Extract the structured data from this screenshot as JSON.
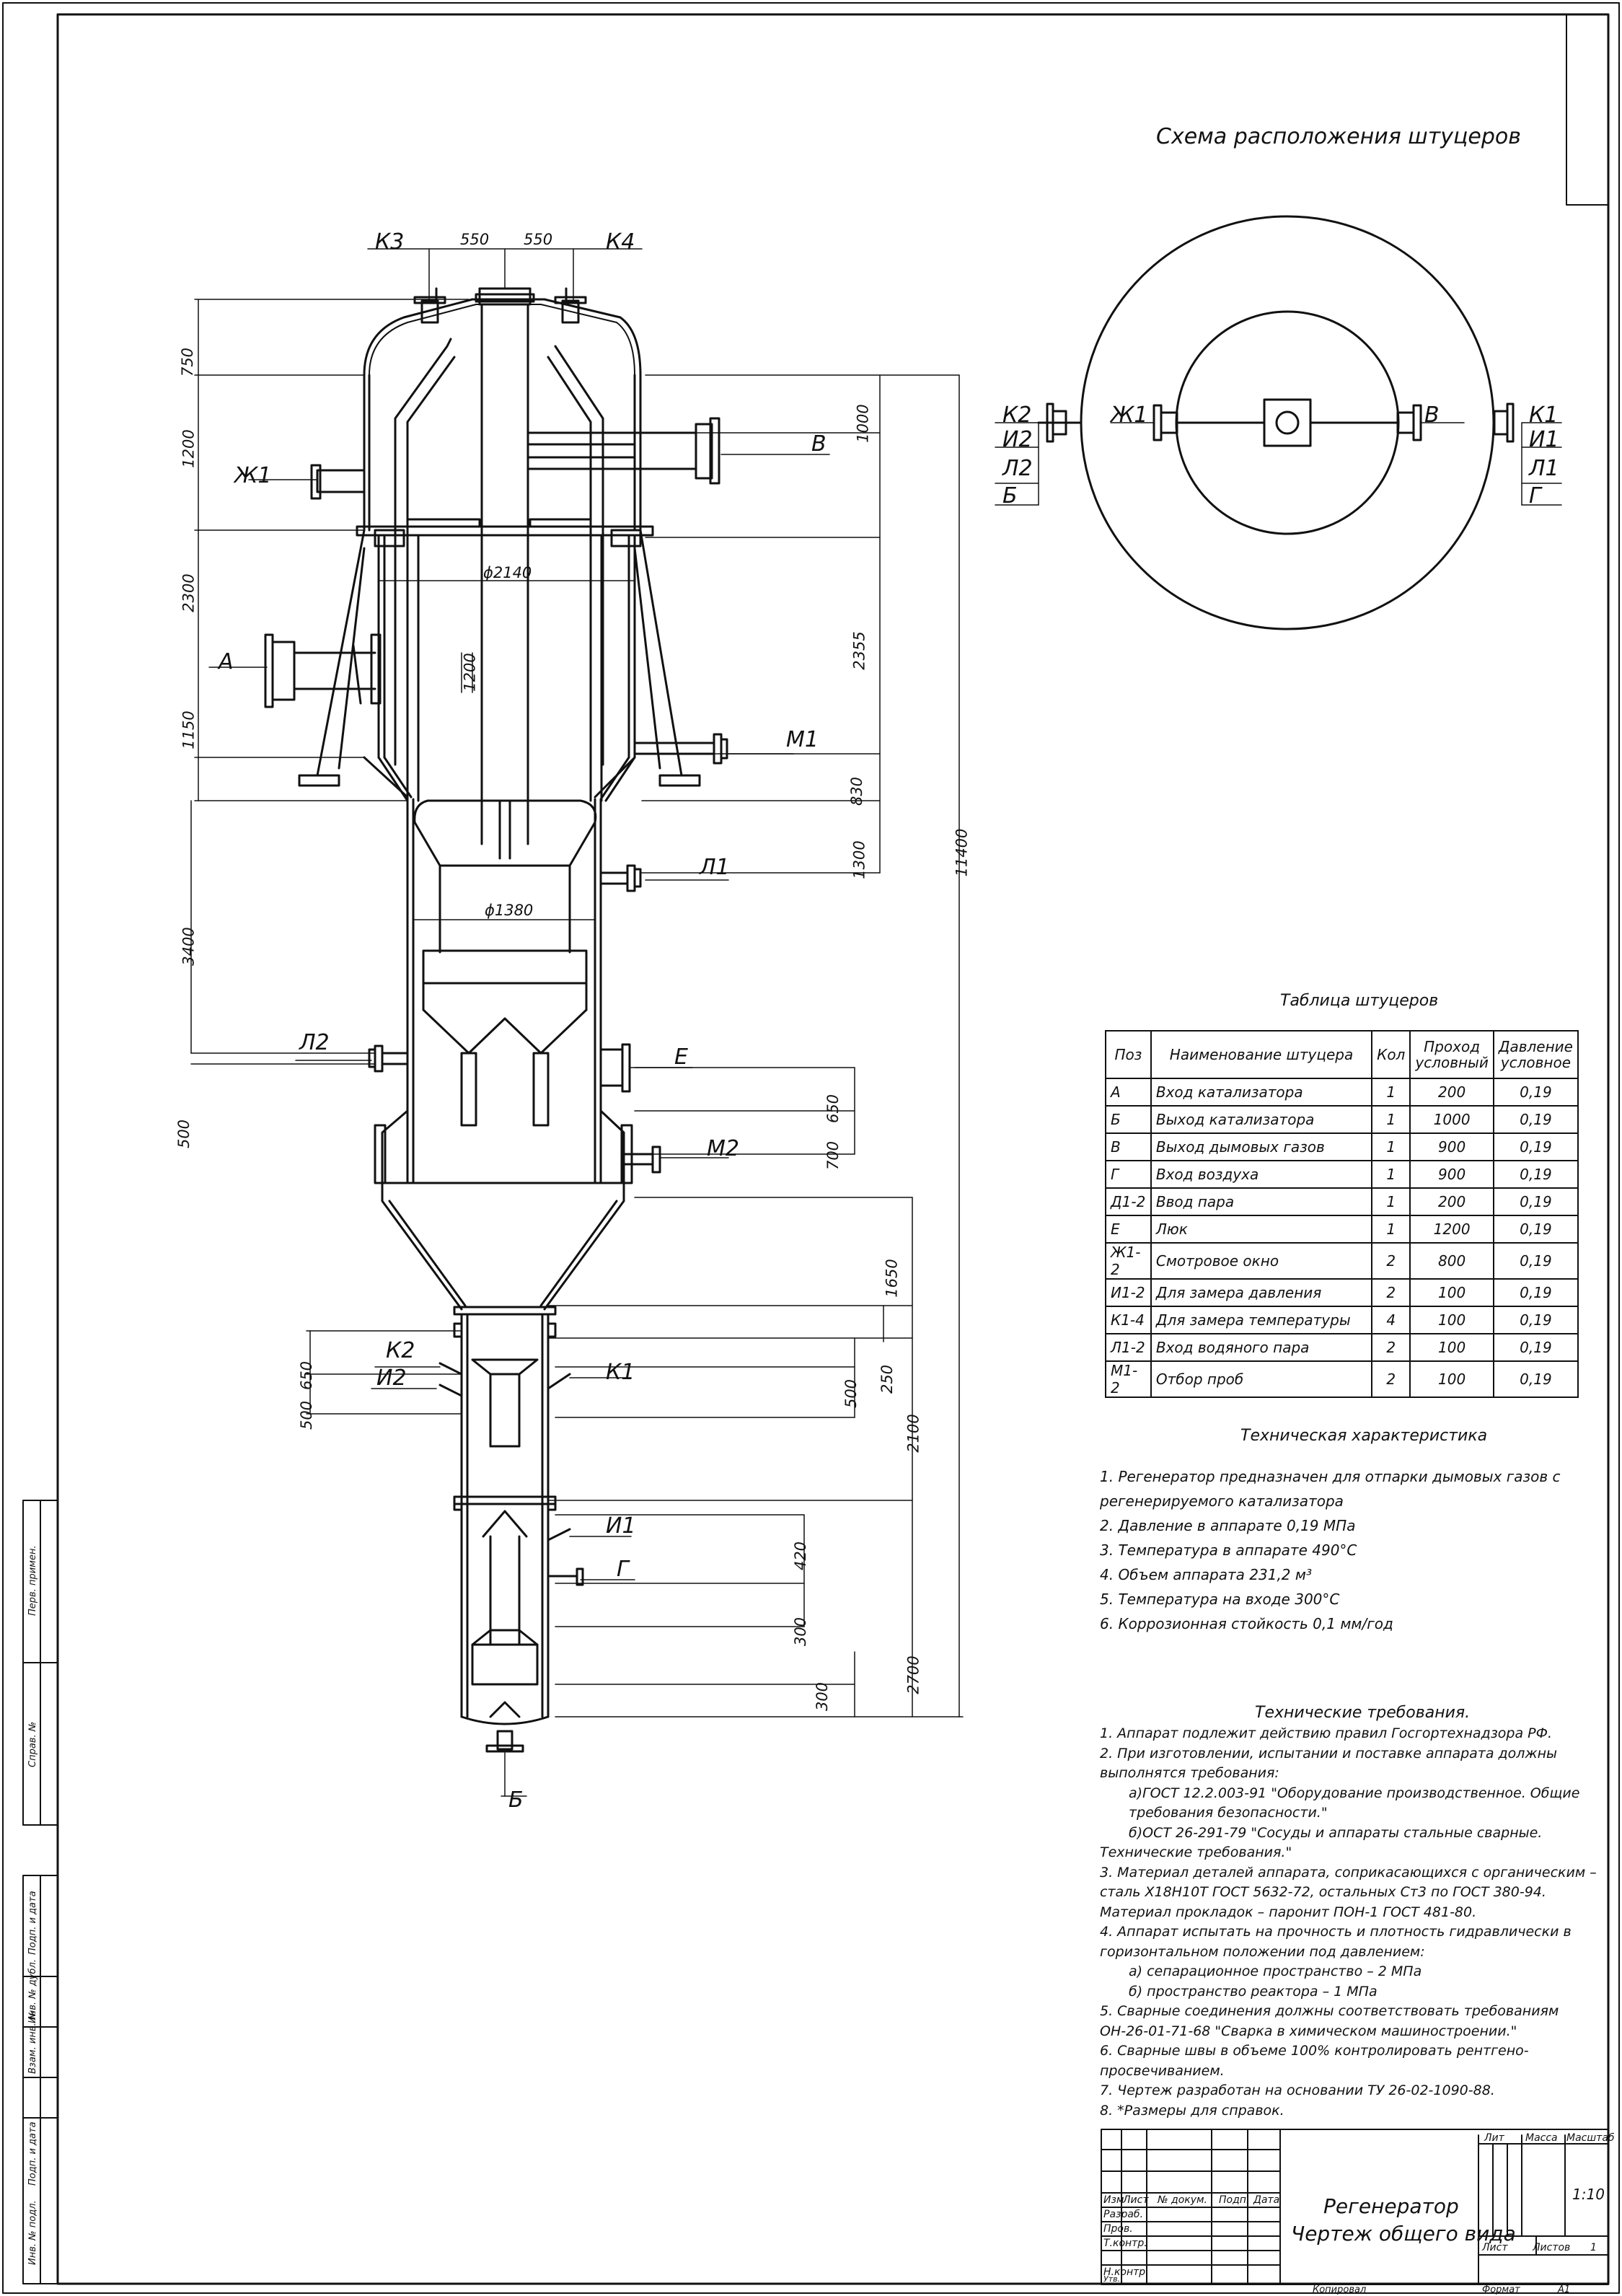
{
  "drawing": {
    "nozzle_layout_title": "Схема расположения штуцеров",
    "table_title": "Таблица штуцеров",
    "tech_char_title": "Техническая характеристика",
    "tech_req_title": "Технические требования."
  },
  "view_labels": {
    "K3": "К3",
    "K4": "К4",
    "K2": "К2",
    "K1": "К1",
    "ZH1": "Ж1",
    "I2": "И2",
    "I1": "И1",
    "L2": "Л2",
    "L1": "Л1",
    "A": "А",
    "B": "Б",
    "V": "В",
    "G": "Г",
    "E": "Е",
    "M1": "М1",
    "M2": "М2"
  },
  "plan_labels": {
    "K2": "К2",
    "I2": "И2",
    "L2": "Л2",
    "B": "Б",
    "ZH1": "Ж1",
    "V": "В",
    "K1": "К1",
    "I1": "И1",
    "L1": "Л1",
    "G": "Г"
  },
  "dimensions": {
    "d550a": "550",
    "d550b": "550",
    "d750": "750",
    "d1200a": "1200",
    "d2300": "2300",
    "d1150": "1150",
    "d1000": "1000",
    "d2355": "2355",
    "d830": "830",
    "d1300": "1300",
    "d11400": "11400",
    "d3400": "3400",
    "d500a": "500",
    "d650a": "650",
    "d700": "700",
    "d1650": "1650",
    "d650b": "650",
    "d500b": "500",
    "d500c": "500",
    "d250": "250",
    "d2100": "2100",
    "d420": "420",
    "d300a": "300",
    "d2700": "2700",
    "d300b": "300",
    "d1200b": "1200",
    "phi2140": "ϕ2140",
    "phi1380": "ϕ1380"
  },
  "nozzle_table": {
    "headers": [
      "Поз",
      "Наименование штуцера",
      "Кол",
      "Проход условный",
      "Давление условное"
    ],
    "rows": [
      [
        "А",
        "Вход катализатора",
        "1",
        "200",
        "0,19"
      ],
      [
        "Б",
        "Выход катализатора",
        "1",
        "1000",
        "0,19"
      ],
      [
        "В",
        "Выход дымовых газов",
        "1",
        "900",
        "0,19"
      ],
      [
        "Г",
        "Вход воздуха",
        "1",
        "900",
        "0,19"
      ],
      [
        "Д1-2",
        "Ввод пара",
        "1",
        "200",
        "0,19"
      ],
      [
        "Е",
        "Люк",
        "1",
        "1200",
        "0,19"
      ],
      [
        "Ж1-2",
        "Смотровое окно",
        "2",
        "800",
        "0,19"
      ],
      [
        "И1-2",
        "Для замера давления",
        "2",
        "100",
        "0,19"
      ],
      [
        "К1-4",
        "Для замера температуры",
        "4",
        "100",
        "0,19"
      ],
      [
        "Л1-2",
        "Вход водяного пара",
        "2",
        "100",
        "0,19"
      ],
      [
        "М1-2",
        "Отбор проб",
        "2",
        "100",
        "0,19"
      ]
    ]
  },
  "tech_characteristics": [
    "1. Регенератор предназначен для отпарки дымовых газов с",
    "регенерируемого катализатора",
    "2. Давление в аппарате 0,19 МПа",
    "3. Температура в аппарате 490°С",
    "4. Объем аппарата 231,2 м³",
    "5. Температура на входе 300°С",
    "6. Коррозионная стойкость 0,1 мм/год"
  ],
  "tech_requirements": [
    "1. Аппарат подлежит действию правил Госгортехнадзора РФ.",
    "2. При изготовлении, испытании и поставке аппарата должны",
    "выполнятся требования:",
    "а)ГОСТ 12.2.003-91 \"Оборудование производственное. Общие",
    "требования безопасности.\"",
    "б)ОСТ 26-291-79 \"Сосуды и аппараты стальные сварные.",
    "Технические требования.\"",
    "3. Материал деталей аппарата, соприкасающихся с органическим –",
    "сталь Х18Н10Т ГОСТ 5632-72, остальных Ст3 по ГОСТ 380-94.",
    "Материал прокладок – паронит ПОН-1 ГОСТ 481-80.",
    "4. Аппарат испытать на прочность и плотность гидравлически в",
    "горизонтальном положении под давлением:",
    "а) сепарационное пространство –      2 МПа",
    "б) пространство реактора –       1 МПа",
    "5. Сварные соединения должны соответствовать требованиям",
    "ОН-26-01-71-68 \"Сварка в химическом машиностроении.\"",
    "6. Сварные швы в объеме 100% контролировать рентгено-",
    "просвечиванием.",
    "7. Чертеж разработан на основании ТУ 26-02-1090-88.",
    "8. *Размеры для справок."
  ],
  "title_block": {
    "name_line1": "Регенератор",
    "name_line2": "Чертеж общего вида",
    "lit": "Лит",
    "mass": "Масса",
    "scale": "Масштаб",
    "scale_value": "1:10",
    "sheet": "Лист",
    "sheets": "Листов",
    "sheets_value": "1",
    "izm": "Изм",
    "list": "Лист",
    "doc_no": "№ докум.",
    "sign": "Подп.",
    "date": "Дата",
    "razrab": "Разраб.",
    "prov": "Пров.",
    "tkontr": "Т.контр.",
    "nkontr": "Н.контр.",
    "utv": "Утв.",
    "kopiroval": "Копировал",
    "format": "Формат",
    "format_value": "А1"
  },
  "side_stamp": {
    "perv_primen": "Перв. примен.",
    "sprav_no": "Справ. №",
    "podp_date1": "Подп. и дата",
    "inv_dubl": "Инв. № дубл.",
    "vzam_inv": "Взам. инв. №",
    "podp_date2": "Подп. и дата",
    "inv_podl": "Инв. № подл."
  }
}
